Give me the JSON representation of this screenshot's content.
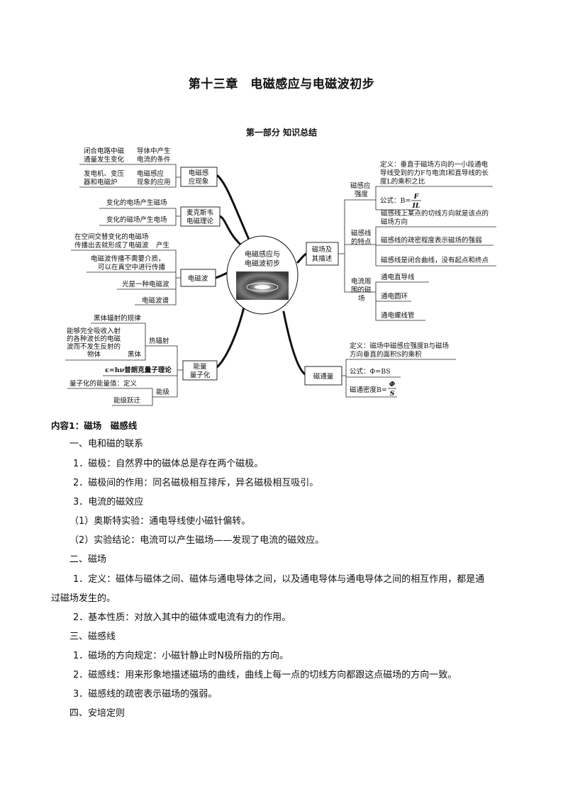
{
  "title": "第十三章　电磁感应与电磁波初步",
  "subtitle": "第一部分 知识总结",
  "mindmap": {
    "center": [
      "电磁感应与",
      "电磁波初步"
    ],
    "nodes": {
      "induction": [
        "电磁感",
        "应现象"
      ],
      "maxwell": [
        "麦克斯韦",
        "电磁理论"
      ],
      "em_wave": "电磁波",
      "quantum": [
        "能量",
        "量子化"
      ],
      "field": [
        "磁场及",
        "其描述"
      ],
      "flux": "磁通量"
    },
    "induction_items": [
      {
        "a": [
          "闭合电路中磁",
          "通量发生变化"
        ],
        "b": [
          "导体中产生",
          "电流的条件"
        ]
      },
      {
        "a": [
          "发电机、变压",
          "器和电磁炉"
        ],
        "b": [
          "电磁感应",
          "现象的应用"
        ]
      }
    ],
    "maxwell_items": [
      "变化的电场产生磁场",
      "变化的磁场产生电场"
    ],
    "wave_items": {
      "w1": [
        "在空间交替变化的电磁场",
        "传播出去就形成了电磁波",
        "产生"
      ],
      "w2": [
        "电磁波传播不需要介质，",
        "可以在真空中进行传播"
      ],
      "w3": "光是一种电磁波",
      "w4": "电磁波谱"
    },
    "quantum_items": {
      "blackbody_label": "黑体辐射的规律",
      "blackbody_desc": [
        "能够完全吸收入射",
        "的各种波长的电磁",
        "波而不发生反射的",
        "物体",
        "黑体"
      ],
      "thermal": "热辐射",
      "planck": "ε=hν普朗克量子理论",
      "level_def": "量子化的能量值：定义",
      "transition": "能级跃迁",
      "level": "能级"
    },
    "field_items": {
      "intensity_label": [
        "磁感应",
        "强度"
      ],
      "intensity_def": [
        "定义：垂直于磁场方向的一小段通电",
        "导线受到的力F与电流I和直导线的长",
        "度L的乘积之比"
      ],
      "intensity_formula_prefix": "公式：B=",
      "intensity_num": "F",
      "intensity_den": "IL",
      "lines_label": [
        "磁感线",
        "的特点"
      ],
      "lines_items": [
        [
          "磁感线上某点的切线方向就是该点的",
          "磁场方向"
        ],
        [
          "磁感线的疏密程度表示磁场的强弱"
        ],
        [
          "磁感线是闭合曲线，没有起点和终点"
        ]
      ],
      "current_label": [
        "电流周",
        "围的磁",
        "场"
      ],
      "current_items": [
        "通电直导线",
        "通电圆环",
        "通电螺线管"
      ]
    },
    "flux_items": {
      "def": [
        "定义：磁场中磁感应强度B与磁场",
        "方向垂直的面积S的乘积"
      ],
      "formula": "公式：Φ=BS",
      "density_prefix": "磁通密度B=",
      "density_num": "Φ",
      "density_den": "S"
    }
  },
  "content": {
    "heading": "内容1：磁场　磁感线",
    "s1": "一、电和磁的联系",
    "s1_1": "1．磁极：自然界中的磁体总是存在两个磁极。",
    "s1_2": "2．磁极间的作用：同名磁极相互排斥，异名磁极相互吸引。",
    "s1_3": "3．电流的磁效应",
    "s1_3a": "（1）奥斯特实验：通电导线使小磁针偏转。",
    "s1_3b": "（2）实验结论：电流可以产生磁场——发现了电流的磁效应。",
    "s2": "二、磁场",
    "s2_1a": "1．定义：磁体与磁体之间、磁体与通电导体之间，以及通电导体与通电导体之间的相互作用，都是通",
    "s2_1b": "过磁场发生的。",
    "s2_2": "2．基本性质：对放入其中的磁体或电流有力的作用。",
    "s3": "三、磁感线",
    "s3_1": "1．磁场的方向规定：小磁针静止时N极所指的方向。",
    "s3_2": "2．磁感线：用来形象地描述磁场的曲线，曲线上每一点的切线方向都跟这点磁场的方向一致。",
    "s3_3": "3．磁感线的疏密表示磁场的强弱。",
    "s4": "四、安培定则"
  }
}
